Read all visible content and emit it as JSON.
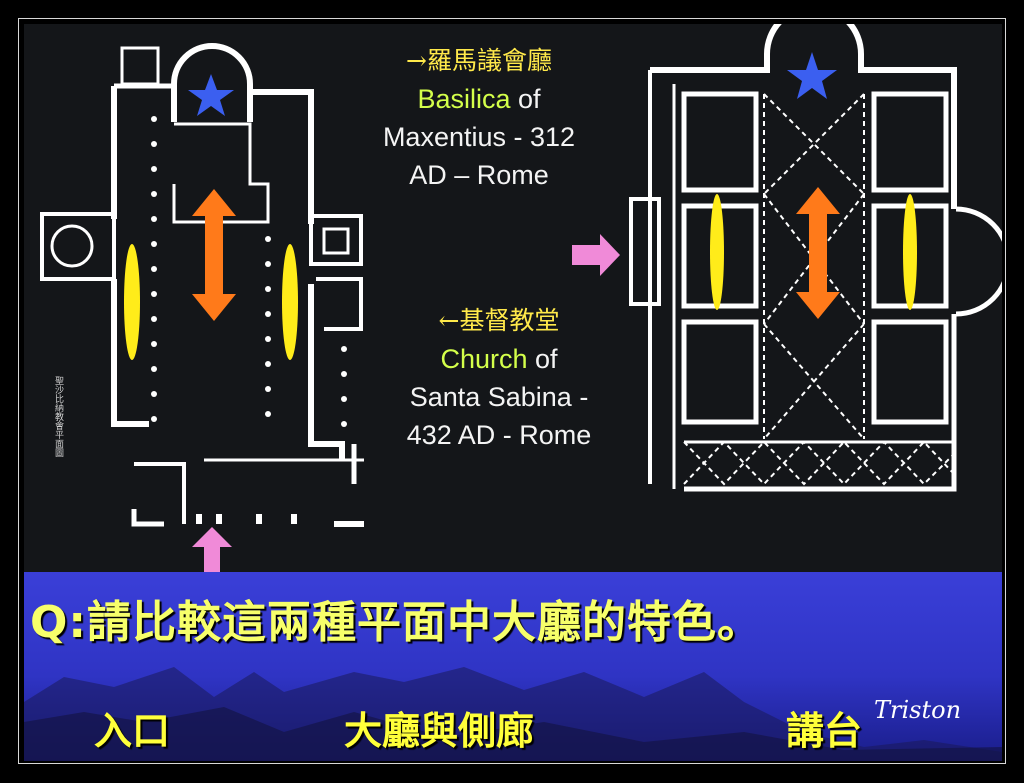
{
  "caption_top": {
    "cn": "→羅馬議會廳",
    "name_highlight": "Basilica",
    "name_rest": " of",
    "line2": "Maxentius - 312",
    "line3": "AD – Rome"
  },
  "caption_mid": {
    "cn": "←基督教堂",
    "name_highlight": "Church",
    "name_rest": " of",
    "line2": "Santa Sabina -",
    "line3": "432 AD - Rome"
  },
  "plan_label_vertical": "聖沙比納教會平面圖",
  "question": "Q:請比較這兩種平面中大廳的特色。",
  "labels": {
    "entrance": "入口",
    "hall": "大廳與側廊",
    "pulpit": "講台"
  },
  "watermark": "Triston",
  "colors": {
    "slide_bg": "#141619",
    "plan_white": "#ffffff",
    "star_blue": "#3b5ff0",
    "arrow_orange": "#ff7a1a",
    "ellipse_yellow": "#ffec1a",
    "pointer_pink": "#f08ad8",
    "band_blue": "#3a3fd8",
    "label_yellow": "#ffff3a"
  },
  "icons": [
    "star-icon",
    "double-arrow-icon",
    "pointer-arrow-icon"
  ]
}
